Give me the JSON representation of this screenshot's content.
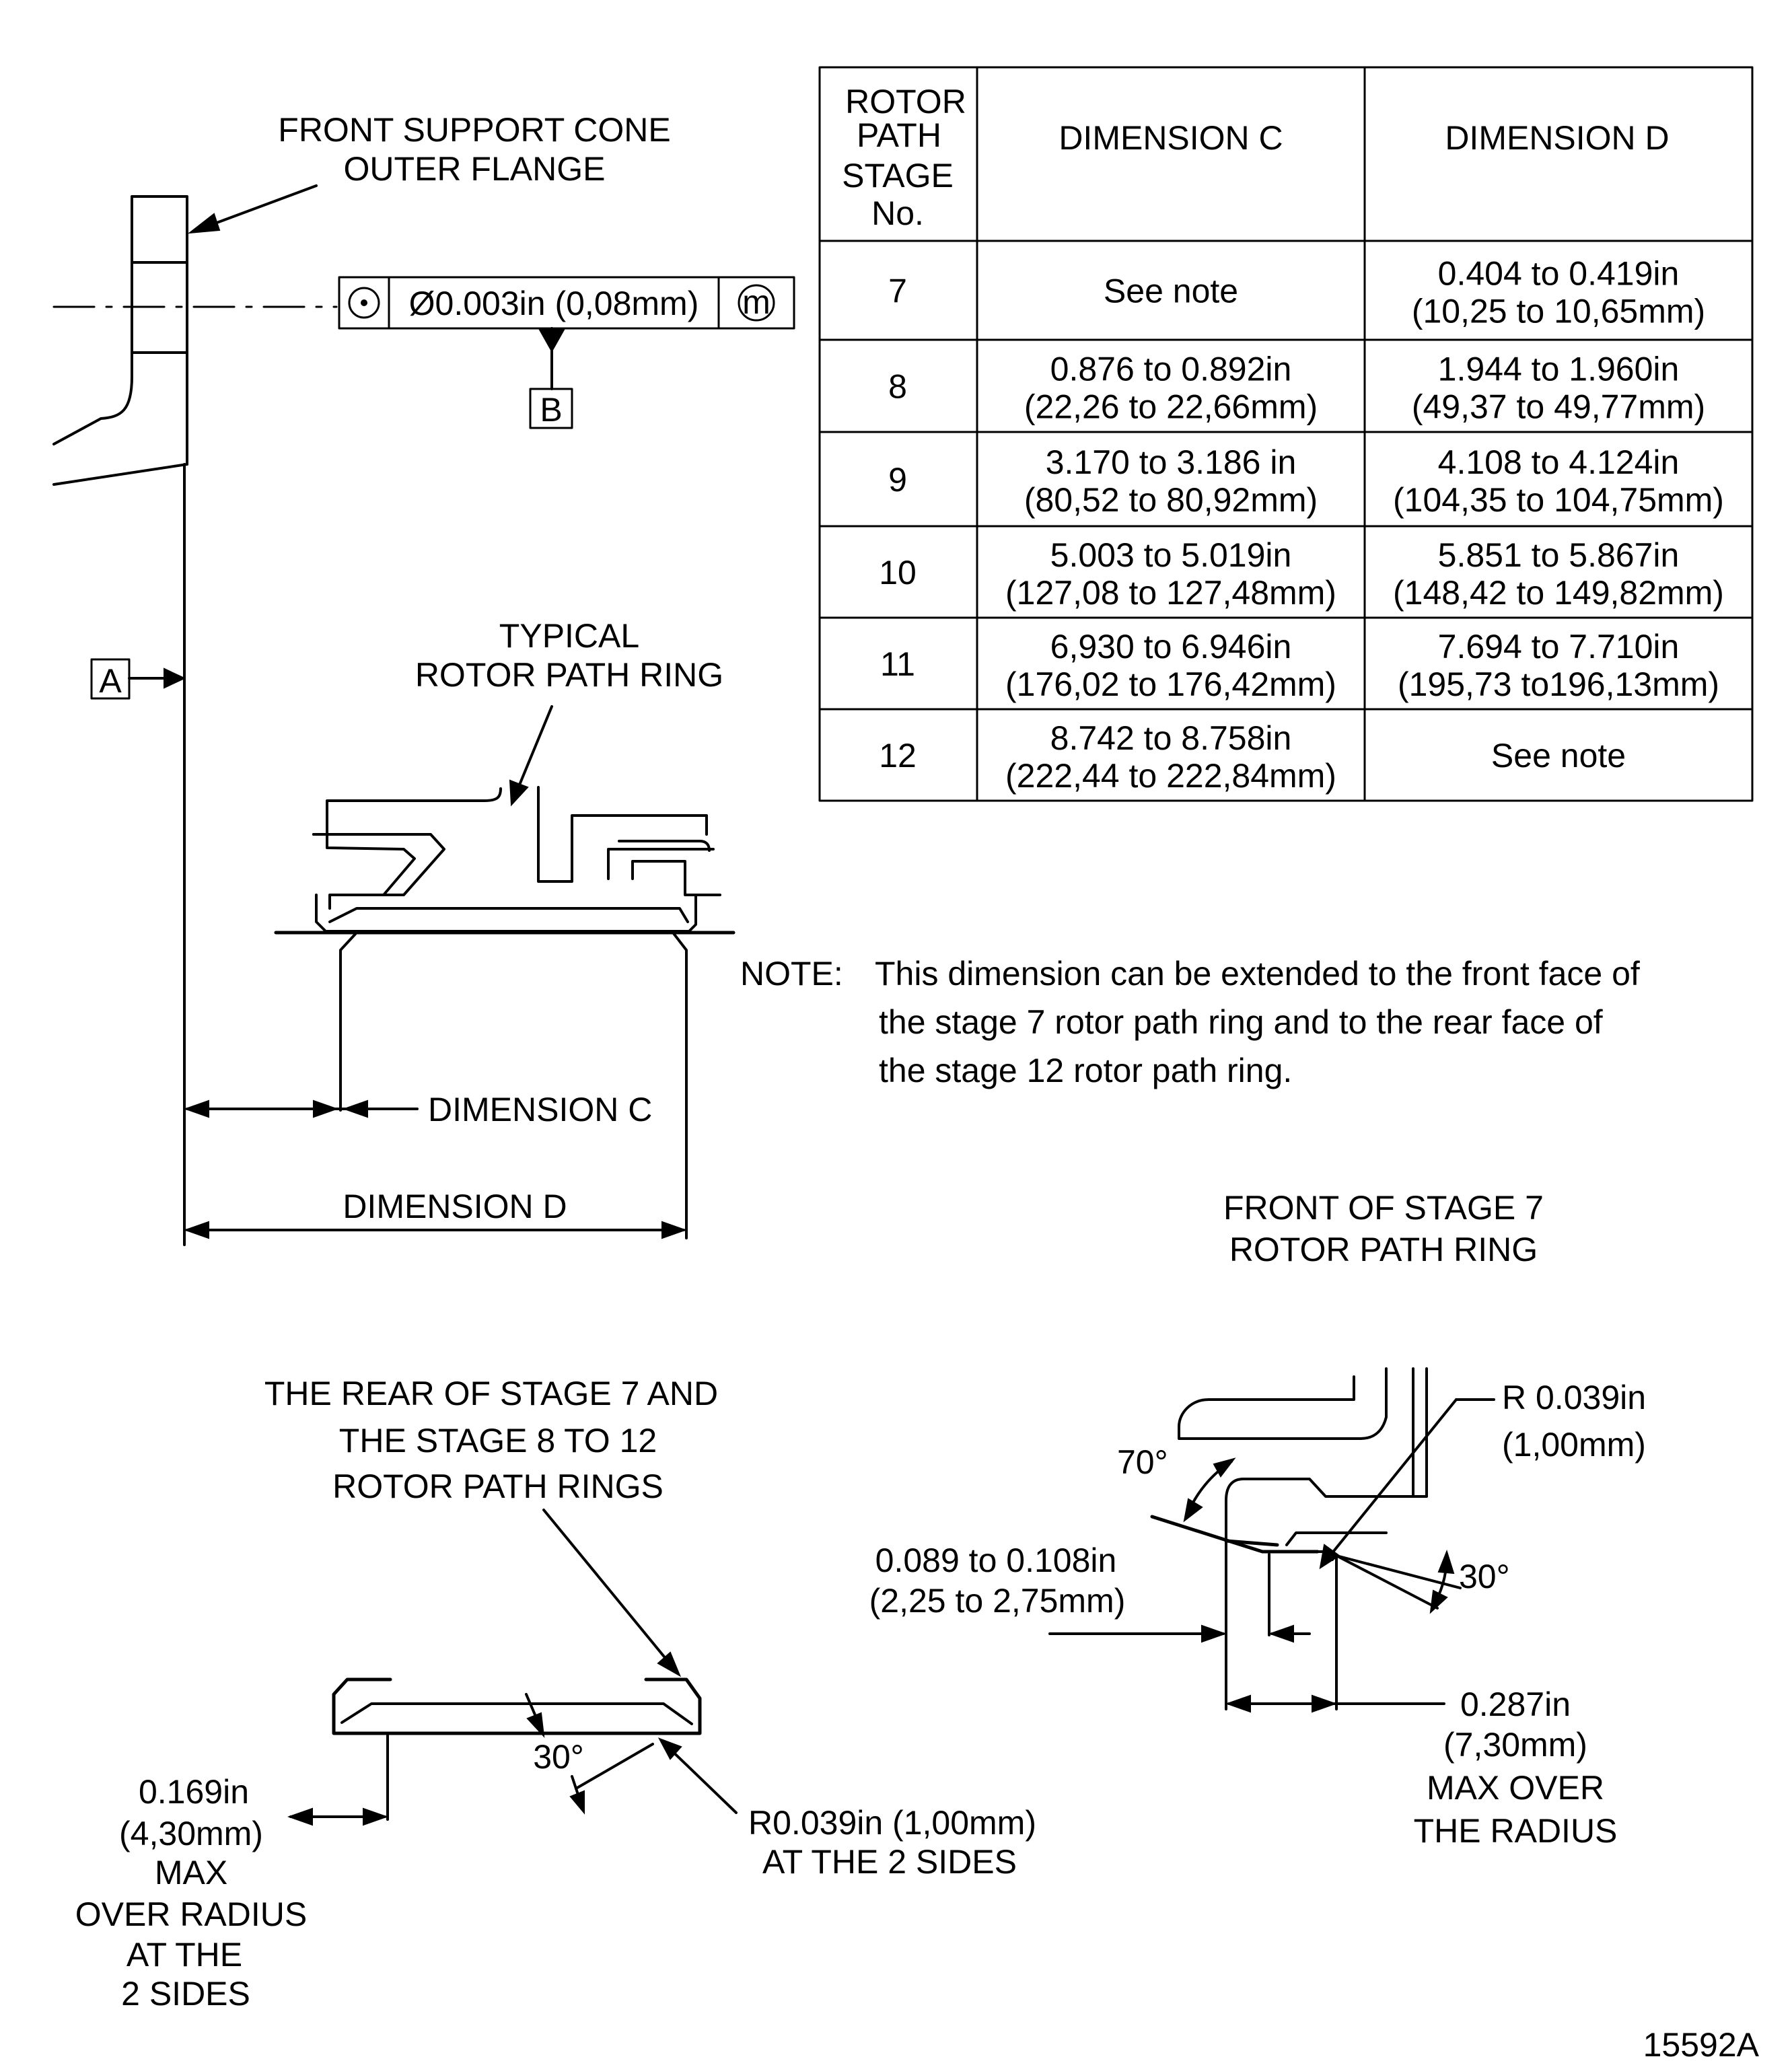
{
  "labels": {
    "front_support_cone": [
      "FRONT SUPPORT CONE",
      "OUTER FLANGE"
    ],
    "tolerance": "Ø0.003in (0,08mm)",
    "tolerance_circle_symbol": "",
    "tolerance_modifier": "m",
    "datum_a": "A",
    "datum_b": "B",
    "typical_ring": [
      "TYPICAL",
      "ROTOR PATH RING"
    ],
    "dimension_c": "DIMENSION C",
    "dimension_d": "DIMENSION D",
    "note_label": "NOTE:",
    "note_lines": [
      "This dimension can be extended to the front face of",
      "the stage 7 rotor path ring and to the rear face of",
      "the stage 12 rotor path ring."
    ],
    "front_stage7_title": [
      "FRONT OF STAGE 7",
      "ROTOR PATH RING"
    ],
    "r_front": [
      "R 0.039in",
      "(1,00mm)"
    ],
    "angle_70": "70°",
    "angle_30_front": "30°",
    "dim_089": [
      "0.089 to 0.108in",
      "(2,25 to 2,75mm)"
    ],
    "dim_287": [
      "0.287in",
      "(7,30mm)",
      "MAX OVER",
      "THE RADIUS"
    ],
    "rear_title": [
      "THE REAR OF STAGE 7 AND",
      "THE STAGE 8 TO 12",
      "ROTOR PATH RINGS"
    ],
    "angle_30_rear": "30°",
    "r_rear": [
      "R0.039in (1,00mm)",
      "AT THE 2 SIDES"
    ],
    "dim_169": [
      "0.169in",
      "(4,30mm)",
      "MAX",
      "OVER RADIUS",
      "AT THE",
      "2 SIDES"
    ],
    "figure_id": "15592A"
  },
  "table": {
    "headers": [
      [
        "ROTOR",
        "PATH",
        "STAGE",
        "No."
      ],
      [
        "DIMENSION C"
      ],
      [
        "DIMENSION D"
      ]
    ],
    "rows": [
      {
        "stage": "7",
        "c": [
          "See note"
        ],
        "d": [
          "0.404 to 0.419in",
          "(10,25 to 10,65mm)"
        ]
      },
      {
        "stage": "8",
        "c": [
          "0.876 to 0.892in",
          "(22,26 to 22,66mm)"
        ],
        "d": [
          "1.944 to 1.960in",
          "(49,37 to 49,77mm)"
        ]
      },
      {
        "stage": "9",
        "c": [
          "3.170 to 3.186 in",
          "(80,52 to 80,92mm)"
        ],
        "d": [
          "4.108 to 4.124in",
          "(104,35 to 104,75mm)"
        ]
      },
      {
        "stage": "10",
        "c": [
          "5.003 to 5.019in",
          "(127,08 to 127,48mm)"
        ],
        "d": [
          "5.851 to 5.867in",
          "(148,42 to 149,82mm)"
        ]
      },
      {
        "stage": "11",
        "c": [
          "6,930 to 6.946in",
          "(176,02 to 176,42mm)"
        ],
        "d": [
          "7.694 to 7.710in",
          "(195,73 to196,13mm)"
        ]
      },
      {
        "stage": "12",
        "c": [
          "8.742 to 8.758in",
          "(222,44 to 222,84mm)"
        ],
        "d": [
          "See note"
        ]
      }
    ]
  }
}
